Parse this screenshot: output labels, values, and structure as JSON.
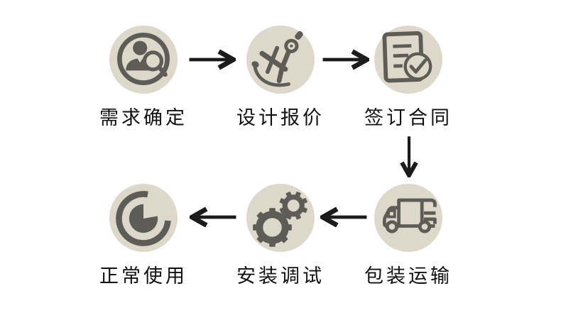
{
  "palette": {
    "page_bg": "#ffffff",
    "circle_bg": "#ded8cb",
    "icon_color": "#5e5c57",
    "arrow_color": "#1b1b1b",
    "text_color": "#111111"
  },
  "flow": {
    "steps": [
      {
        "id": 1,
        "label": "需求确定",
        "icon": "user-search-icon"
      },
      {
        "id": 2,
        "label": "设计报价",
        "icon": "design-compass-icon"
      },
      {
        "id": 3,
        "label": "签订合同",
        "icon": "contract-check-icon"
      },
      {
        "id": 4,
        "label": "包装运输",
        "icon": "delivery-truck-icon"
      },
      {
        "id": 5,
        "label": "安装调试",
        "icon": "gears-icon"
      },
      {
        "id": 6,
        "label": "正常使用",
        "icon": "pie-dial-icon"
      }
    ],
    "connections": [
      {
        "from": 1,
        "to": 2,
        "direction": "right"
      },
      {
        "from": 2,
        "to": 3,
        "direction": "right"
      },
      {
        "from": 3,
        "to": 4,
        "direction": "down"
      },
      {
        "from": 4,
        "to": 5,
        "direction": "left"
      },
      {
        "from": 5,
        "to": 6,
        "direction": "left"
      }
    ]
  }
}
